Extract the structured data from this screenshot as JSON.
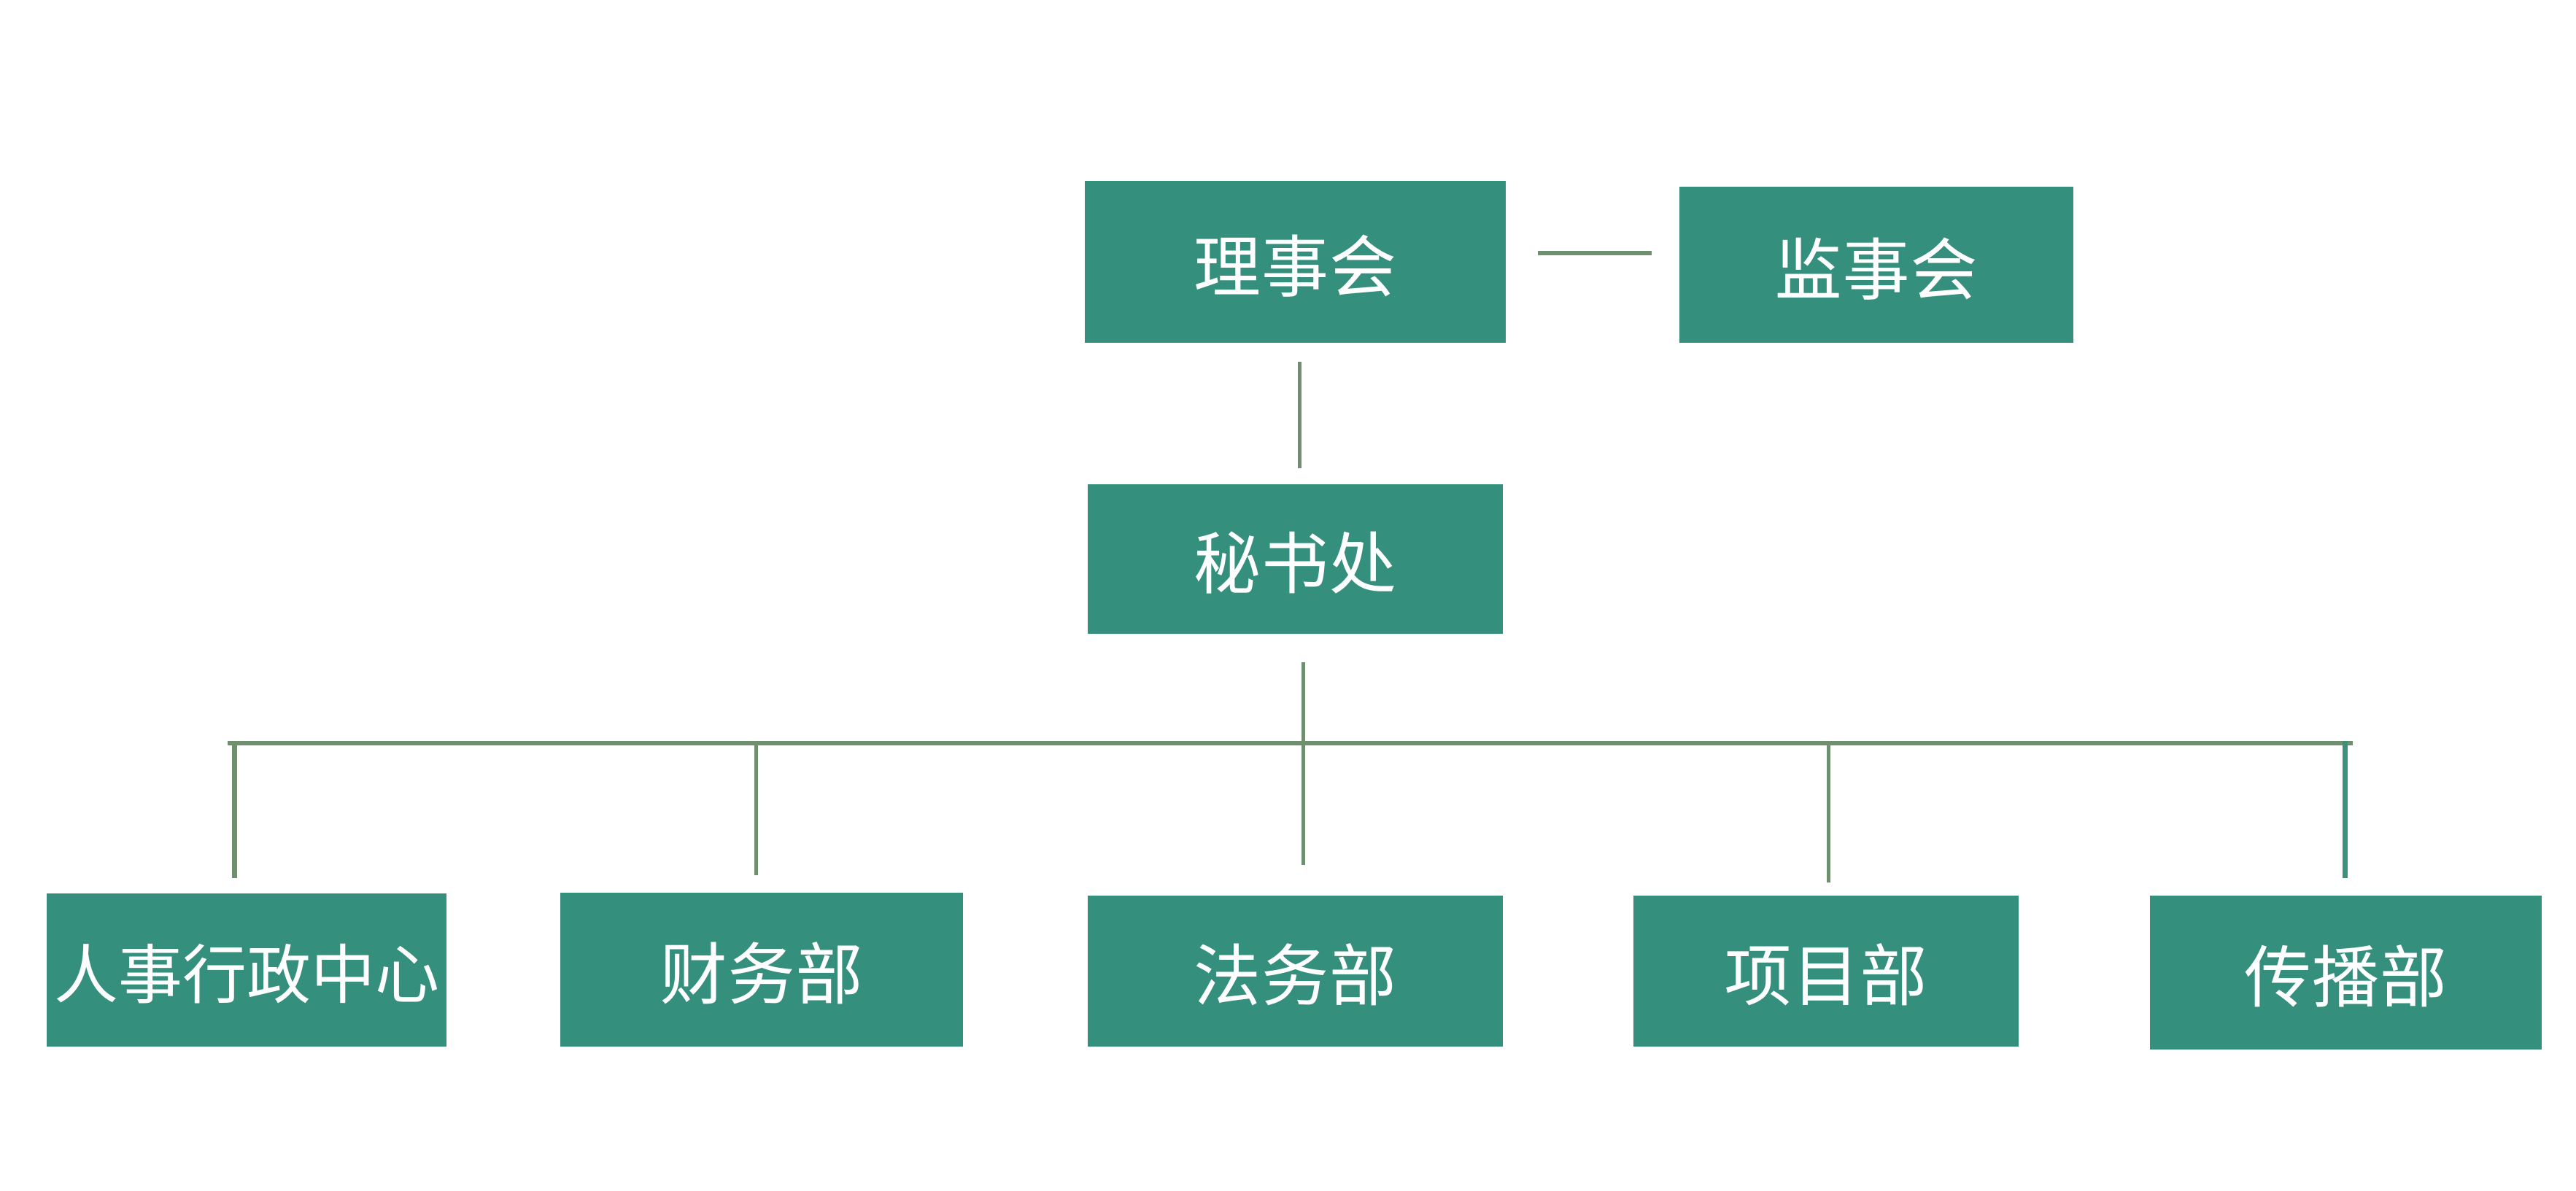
{
  "org_chart": {
    "board": "理事会",
    "supervisory_board": "监事会",
    "secretariat": "秘书处",
    "departments": [
      "人事行政中心",
      "财务部",
      "法务部",
      "项目部",
      "传播部"
    ]
  },
  "colors": {
    "node_fill": "#348f7d",
    "node_text": "#ffffff",
    "connector": "#6f8f6f"
  }
}
